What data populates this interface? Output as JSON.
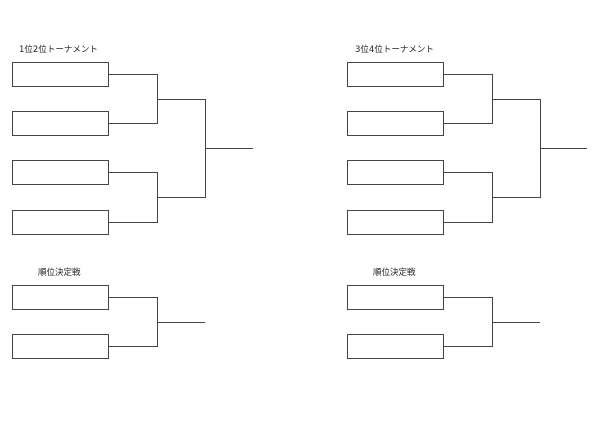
{
  "sections": {
    "upper_left": {
      "title": "1位2位トーナメント",
      "slots": 4
    },
    "upper_right": {
      "title": "3位4位トーナメント",
      "slots": 4
    },
    "lower_left": {
      "title": "順位決定戦",
      "slots": 2
    },
    "lower_right": {
      "title": "順位決定戦",
      "slots": 2
    }
  },
  "colors": {
    "line": "#444444",
    "background": "#ffffff"
  }
}
